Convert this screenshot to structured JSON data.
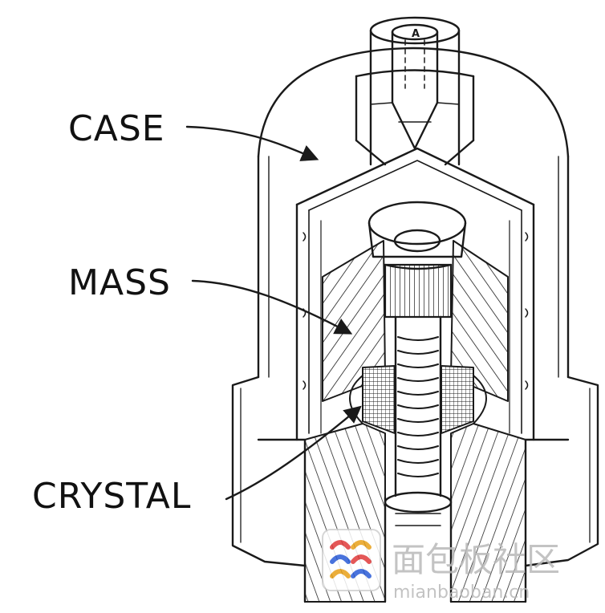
{
  "labels": {
    "case": "CASE",
    "mass": "MASS",
    "crystal": "CRYSTAL"
  },
  "connector_letter": "A",
  "watermark": {
    "text": "面包板社区",
    "subtext": "mianbaoban.cn"
  },
  "colors": {
    "line": "#1a1a1a",
    "background": "#ffffff",
    "watermark": "#b9b9b9"
  }
}
